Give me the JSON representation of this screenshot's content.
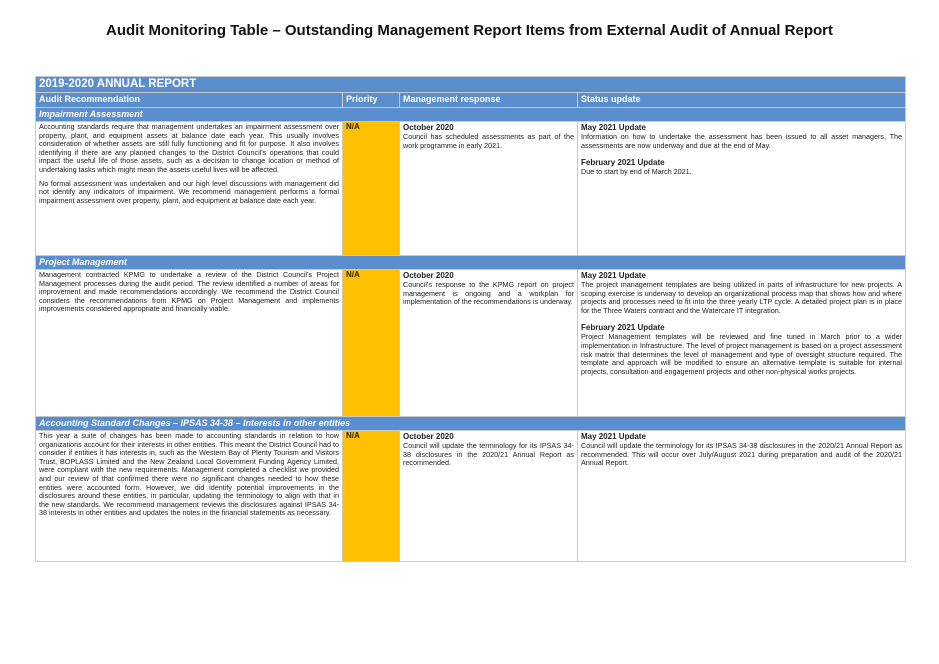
{
  "title": "Audit Monitoring Table – Outstanding Management Report Items from External Audit of Annual Report",
  "report_header": "2019-2020 ANNUAL REPORT",
  "columns": [
    "Audit Recommendation",
    "Priority",
    "Management response",
    "Status update"
  ],
  "sections": [
    {
      "heading": "Impairment Assessment",
      "recommendation": [
        "Accounting standards require that management undertakes an impairment assessment over property, plant, and equipment assets at balance date each year. This usually involves consideration of whether assets are still fully functioning and fit for purpose. It also involves identifying if there are any planned changes to the District Council's operations that could impact the useful life of those assets, such as a decision to change location or method of undertaking tasks which might mean the assets useful lives will be affected.",
        "No formal assessment was undertaken and our high level discussions with management did not identify any indicators of impairment. We recommend management performs a formal impairment assessment over property, plant, and equipment at balance date each year."
      ],
      "priority": "N/A",
      "response_heading": "October 2020",
      "response_text": "Council has scheduled assessments as part of the work programme in early 2021.",
      "status": [
        {
          "heading": "May 2021 Update",
          "text": "Information on how to undertake the assessment has been issued to all asset managers. The assessments are now underway and due at the end of May."
        },
        {
          "heading": "February 2021 Update",
          "text": "Due to start by end of March 2021."
        }
      ]
    },
    {
      "heading": "Project Management",
      "recommendation": [
        "Management contracted KPMG to undertake a review of the District Council's Project Management processes during the audit period. The review identified a number of areas for improvement and made recommendations accordingly. We recommend the District Council considers the recommendations from KPMG on Project Management and implements improvements considered appropriate and financially viable."
      ],
      "priority": "N/A",
      "response_heading": "October 2020",
      "response_text": "Council's response to the KPMG report on project management is ongoing and a workplan for implementation of the recommendations is underway.",
      "status": [
        {
          "heading": "May 2021 Update",
          "text": "The project management templates are being utilized in parts of infrastructure for new projects. A scoping exercise is underway to develop an organizational process map that shows how and where projects and processes need to fit into the three yearly LTP cycle. A detailed project plan is in place for the Three Waters contract and the Watercare IT integration."
        },
        {
          "heading": "February 2021 Update",
          "text": "Project Management templates will be reviewed and fine tuned in March prior to a wider implementation in Infrastructure. The level of project management is based on a project assessment risk matrix that determines the level of management and type of oversight structure required. The template and approach will be modified to ensure an alternative template is suitable for internal projects, consultation and engagement projects and other non-physical works projects."
        }
      ]
    },
    {
      "heading": "Accounting Standard Changes – IPSAS 34-38 – Interests in other entities",
      "recommendation": [
        "This year a suite of changes has been made to accounting standards in relation to how organizations account for their interests in other entities. This meant the District Council had to consider if entities it has interests in, such as the Western Bay of Plenty Tourism and Visitors Trust, BOPLASS Limited and the New Zealand Local Government Funding Agency Limited, were compliant with the new requirements. Management completed a checklist we provided and our review of that confirmed there were no significant changes needed to how these entities were accounted form. However, we did identify potential improvements in the disclosures around these entities, in particular, updating the terminology to align with that in the new standards. We recommend management reviews the disclosures against IPSAS 34-38 interests in other entities and updates the notes in the financial statements as necessary."
      ],
      "priority": "N/A",
      "response_heading": "October 2020",
      "response_text": "Council will update the terminology for its IPSAS 34-38 disclosures in the 2020/21 Annual Report as recommended.",
      "status": [
        {
          "heading": "May 2021 Update",
          "text": "Council will update the terminology for its IPSAS 34-38 disclosures in the 2020/21 Annual Report as recommended.  This will occur over July/August 2021 during preparation and audit of the 2020/21 Annual Report."
        }
      ]
    }
  ]
}
